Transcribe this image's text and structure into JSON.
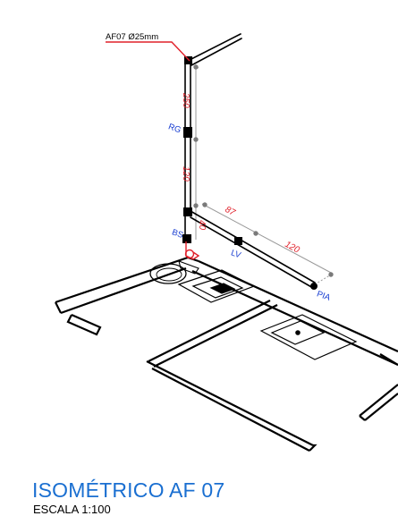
{
  "drawing": {
    "pipe_tag": "AF07 Ø25mm",
    "fittings": {
      "rg": "RG",
      "bs": "BS",
      "lv": "LV",
      "pia": "PIA"
    },
    "dimensions": {
      "riser_upper": "250",
      "riser_lower": "120",
      "drop": "40",
      "run_1": "87",
      "run_2": "120"
    }
  },
  "colors": {
    "tag_leader": "#e0202a",
    "dimension_text": "#e0202a",
    "fitting_text": "#1a3fd1",
    "title": "#1a6fd1",
    "dimension_line": "#9a9a9a"
  },
  "footer": {
    "title": "ISOMÉTRICO AF 07",
    "scale": "ESCALA 1:100"
  }
}
